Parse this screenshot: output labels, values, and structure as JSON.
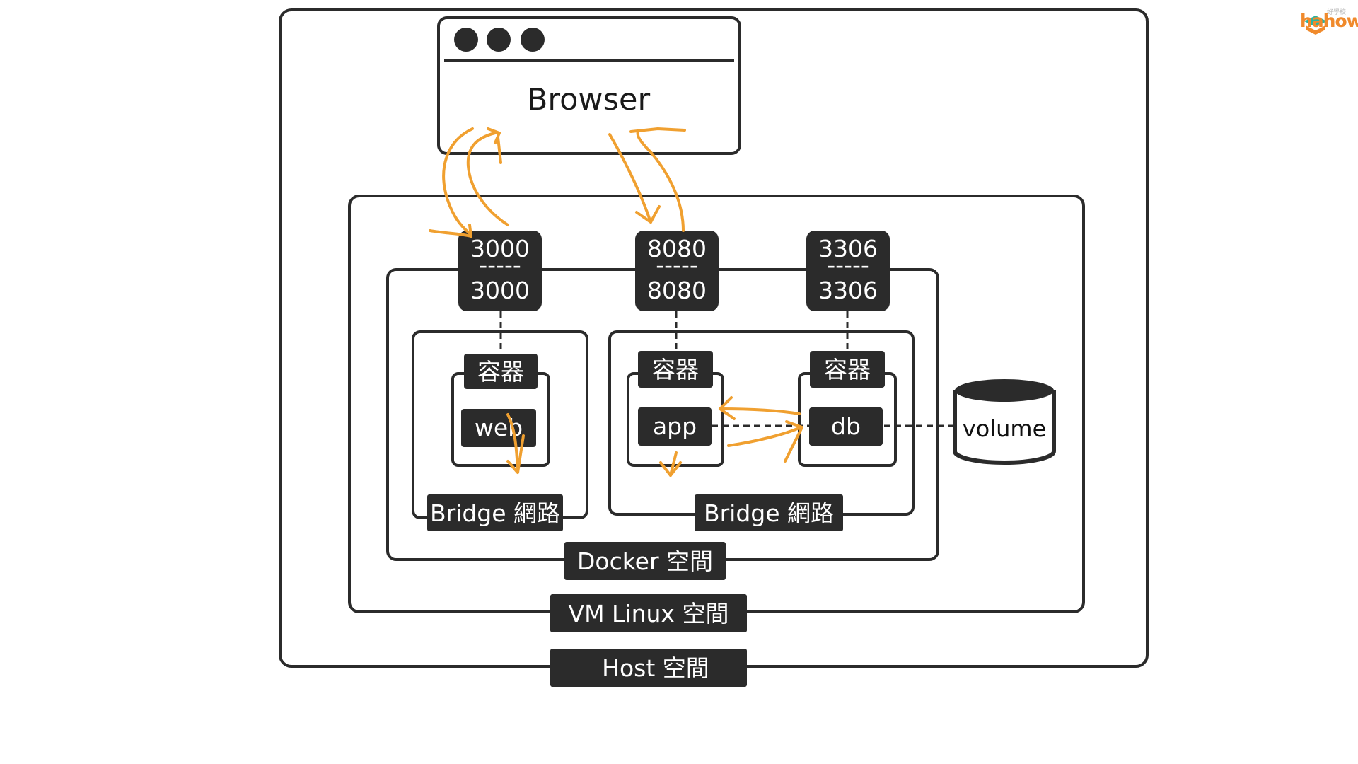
{
  "browser": {
    "title": "Browser"
  },
  "ports": [
    {
      "host": "3000",
      "separator": "-----",
      "container": "3000"
    },
    {
      "host": "8080",
      "separator": "-----",
      "container": "8080"
    },
    {
      "host": "3306",
      "separator": "-----",
      "container": "3306"
    }
  ],
  "containers": [
    {
      "tag": "容器",
      "name": "web"
    },
    {
      "tag": "容器",
      "name": "app"
    },
    {
      "tag": "容器",
      "name": "db"
    }
  ],
  "volume": {
    "label": "volume"
  },
  "networks": {
    "left": "Bridge 網路",
    "right": "Bridge 網路"
  },
  "spaces": {
    "docker": "Docker 空間",
    "vm": "VM Linux 空間",
    "host": "Host 空間"
  },
  "logo": {
    "text": "hahow",
    "subtext": "好學校"
  },
  "colors": {
    "dark": "#2b2b2b",
    "arrow": "#f0a030",
    "background": "#ffffff"
  }
}
